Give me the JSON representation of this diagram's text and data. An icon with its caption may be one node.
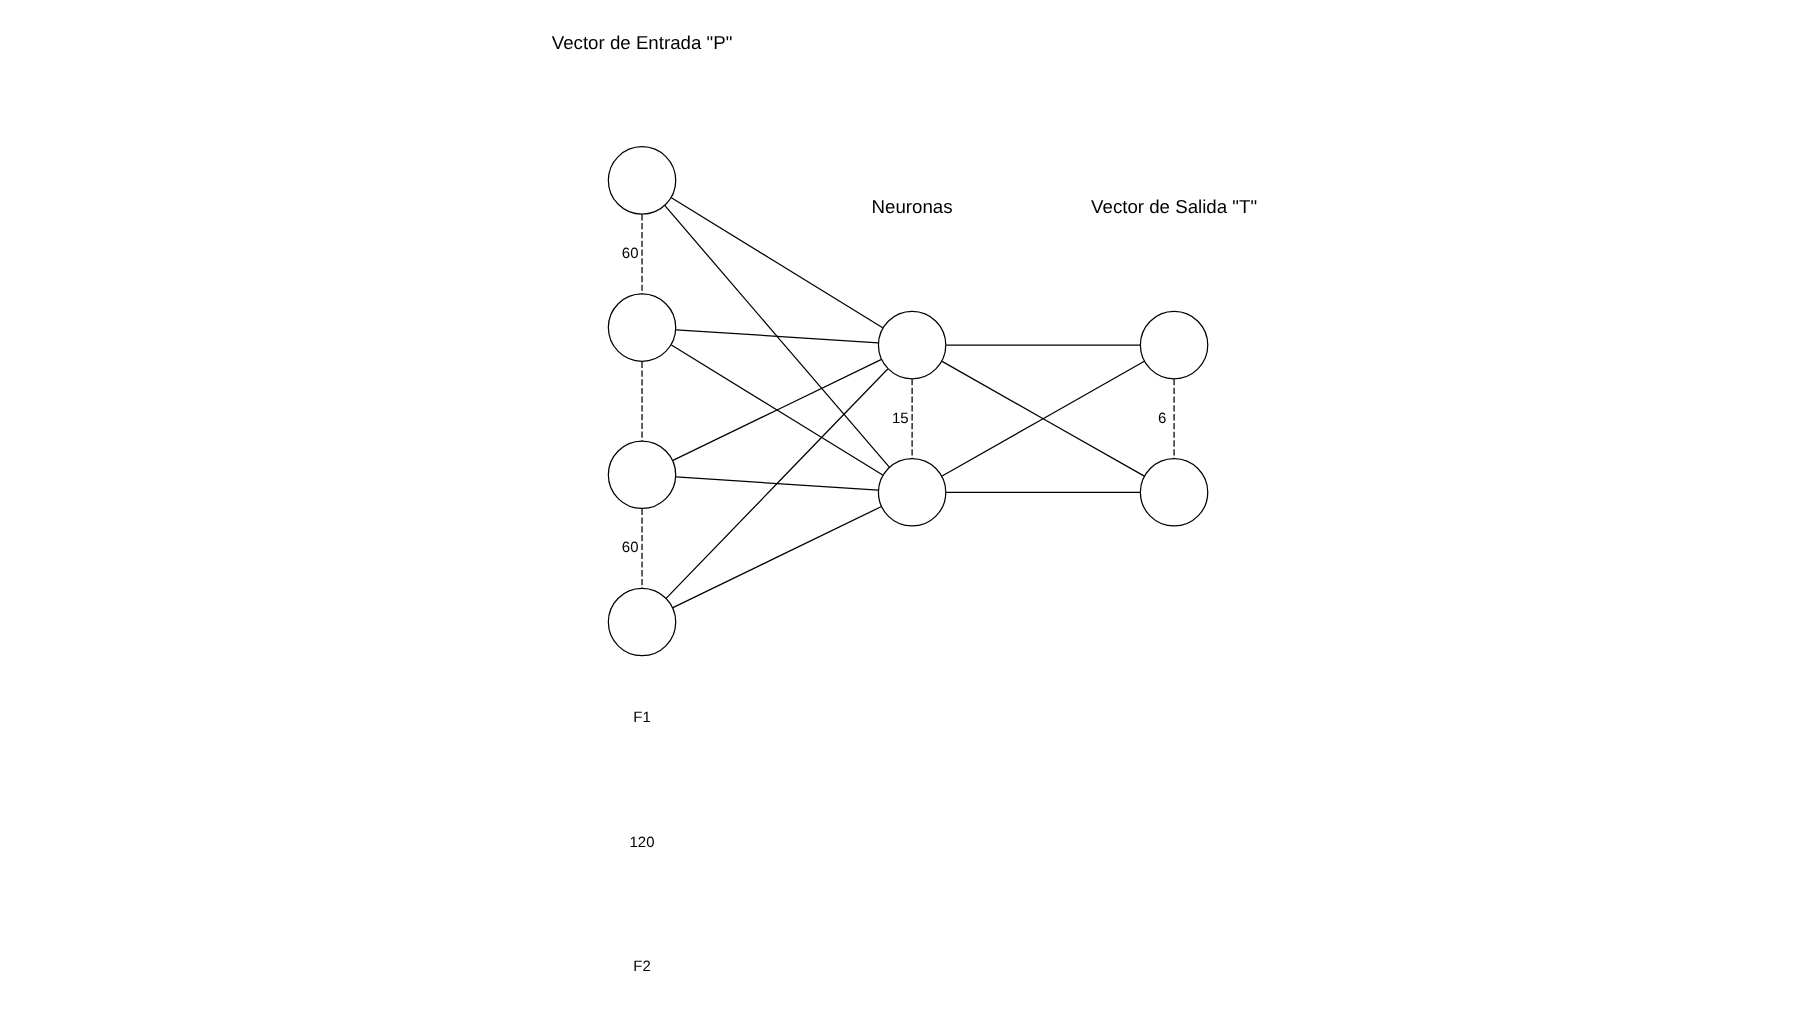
{
  "diagram": {
    "nodes": [
      {
        "text": [],
        "shape": "circle"
      },
      {
        "text": [],
        "shape": "circle"
      },
      {
        "text": [],
        "shape": "circle"
      },
      {
        "text": [],
        "shape": "circle"
      },
      {
        "text": [],
        "shape": "circle"
      },
      {
        "text": [],
        "shape": "circle"
      },
      {
        "text": [],
        "shape": "circle"
      },
      {
        "text": [],
        "shape": "circle"
      }
    ],
    "edges": [
      {
        "from": 0,
        "to": 1,
        "arrow": "none",
        "style": "dashed",
        "label": "60"
      },
      {
        "from": 1,
        "to": 2,
        "arrow": "none",
        "style": "dashed"
      },
      {
        "from": 2,
        "to": 3,
        "arrow": "none",
        "style": "dashed",
        "label": "60"
      },
      {
        "from": 4,
        "to": 5,
        "arrow": "none",
        "style": "dashed",
        "label": "15"
      },
      {
        "from": 6,
        "to": 7,
        "arrow": "none",
        "style": "dashed",
        "label": "6"
      },
      {
        "from": 0,
        "to": 4,
        "arrow": "none"
      },
      {
        "from": 0,
        "to": 5,
        "arrow": "none"
      },
      {
        "from": 1,
        "to": 4,
        "arrow": "none"
      },
      {
        "from": 1,
        "to": 5,
        "arrow": "none"
      },
      {
        "from": 2,
        "to": 4,
        "arrow": "none"
      },
      {
        "from": 2,
        "to": 5,
        "arrow": "none"
      },
      {
        "from": 3,
        "to": 4,
        "arrow": "none"
      },
      {
        "from": 3,
        "to": 5,
        "arrow": "none"
      },
      {
        "from": 4,
        "to": 6,
        "arrow": "none"
      },
      {
        "from": 4,
        "to": 7,
        "arrow": "none"
      },
      {
        "from": 5,
        "to": 6,
        "arrow": "none"
      },
      {
        "from": 5,
        "to": 7,
        "arrow": "none"
      }
    ],
    "labels": [
      "Vector de Entrada \"P\"",
      "Neuronas",
      "Vector de Salida \"T\"",
      "F1",
      "120",
      "F2"
    ]
  }
}
